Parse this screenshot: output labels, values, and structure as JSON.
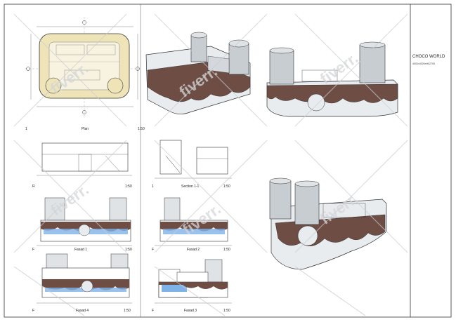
{
  "title_block": {
    "project": "CHOCO WORLD",
    "dimensions": "4000x3000xH02700"
  },
  "views": {
    "plan": {
      "index": "1",
      "title": "Plan",
      "scale": "1:50"
    },
    "view_r": {
      "index": "R",
      "title": "",
      "scale": "1:50"
    },
    "section": {
      "index": "1",
      "title": "Section 1-1",
      "scale": "1:50"
    },
    "fasad1": {
      "index": "F",
      "title": "Fasad  1",
      "scale": "1:50"
    },
    "fasad2": {
      "index": "F",
      "title": "Fasad  2",
      "scale": "1:50"
    },
    "fasad4": {
      "index": "F",
      "title": "Fasad 4",
      "scale": "1:50"
    },
    "fasad3": {
      "index": "F",
      "title": "Fasad 3",
      "scale": "1:50"
    }
  },
  "watermark": "fiverr.",
  "colors": {
    "chocolate": "#6e4d44",
    "counter_white": "#e9ecef",
    "plan_fill": "#efe3b8",
    "blue": "#7fb2e6",
    "line": "#333333",
    "cylinder": "#c8cdd2"
  }
}
